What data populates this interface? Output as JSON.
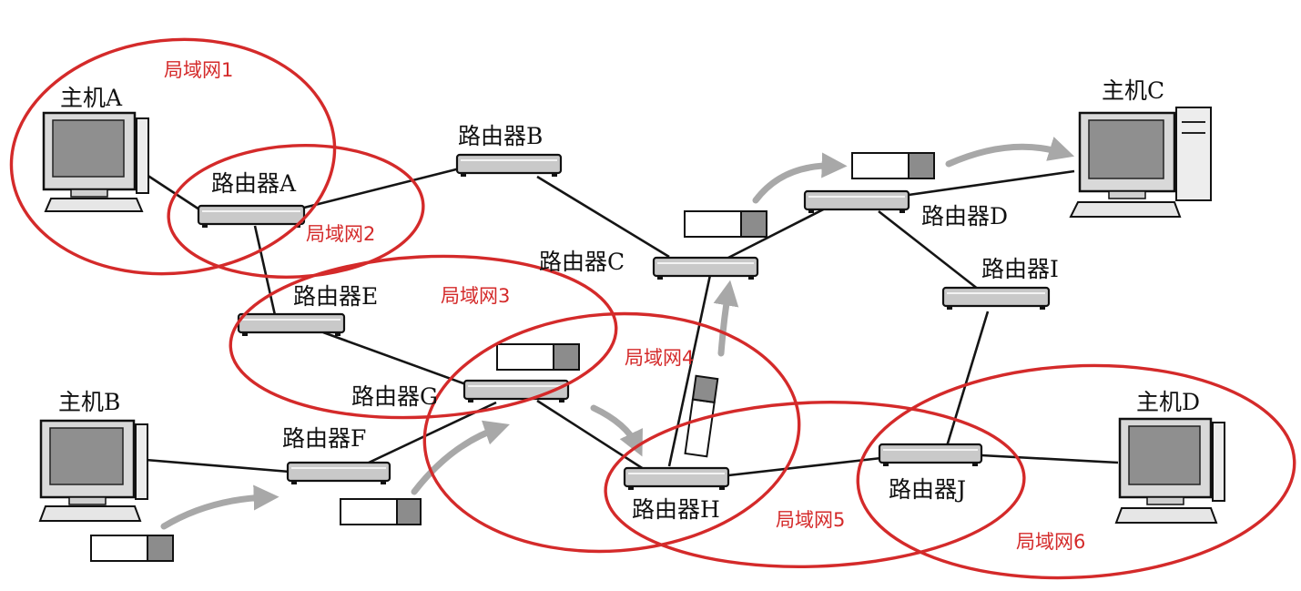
{
  "hosts": {
    "a": "主机A",
    "b": "主机B",
    "c": "主机C",
    "d": "主机D"
  },
  "routers": {
    "a": "路由器A",
    "b": "路由器B",
    "c": "路由器C",
    "d": "路由器D",
    "e": "路由器E",
    "f": "路由器F",
    "g": "路由器G",
    "h": "路由器H",
    "i": "路由器I",
    "j": "路由器J"
  },
  "lans": {
    "lan1": "局域网1",
    "lan2": "局域网2",
    "lan3": "局域网3",
    "lan4": "局域网4",
    "lan5": "局域网5",
    "lan6": "局域网6"
  },
  "colors": {
    "annotation": "#d42a2a",
    "link": "#151515",
    "packet_tail": "#8c8c8c",
    "flow_arrow": "#a8a8a8"
  }
}
